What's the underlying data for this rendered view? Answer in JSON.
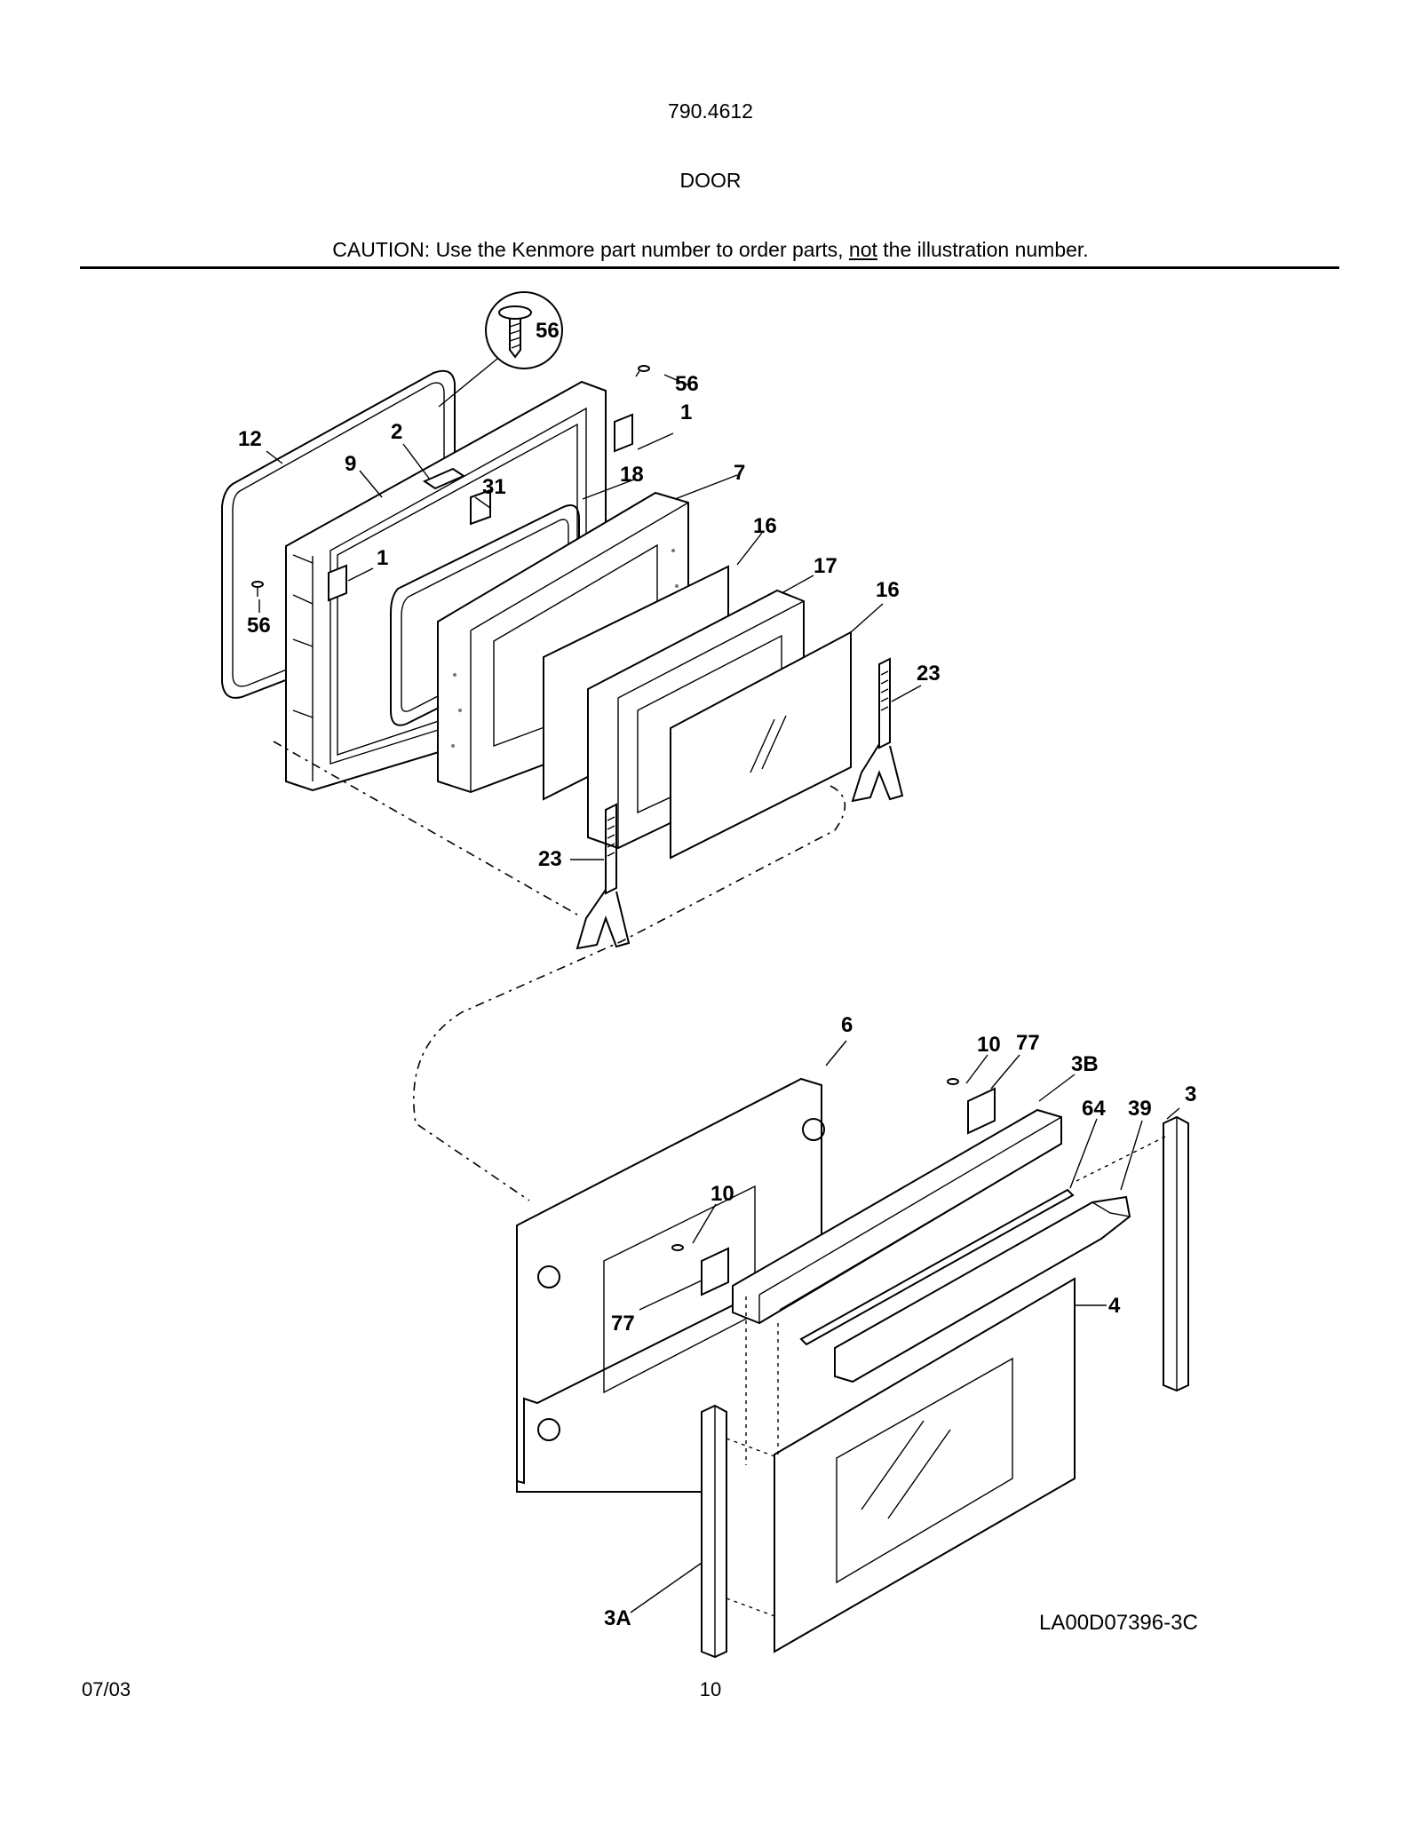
{
  "header": {
    "model": "790.4612",
    "section": "DOOR",
    "caution_before": "CAUTION: Use the Kenmore part number to order parts, ",
    "caution_underlined": "not",
    "caution_after": " the illustration number."
  },
  "diagram": {
    "drawing_code": "LA00D07396-3C",
    "callouts": {
      "c56_zoom": "56",
      "c56_top": "56",
      "c1_top": "1",
      "c12": "12",
      "c2": "2",
      "c9": "9",
      "c31": "31",
      "c18": "18",
      "c7": "7",
      "c16_a": "16",
      "c17": "17",
      "c16_b": "16",
      "c1_left": "1",
      "c56_left": "56",
      "c23_right": "23",
      "c23_left": "23",
      "c6": "6",
      "c10_top": "10",
      "c77_top": "77",
      "c3B": "3B",
      "c64": "64",
      "c39": "39",
      "c3": "3",
      "c10_mid": "10",
      "c4": "4",
      "c77_left": "77",
      "c3A": "3A"
    }
  },
  "footer": {
    "date": "07/03",
    "page": "10"
  }
}
